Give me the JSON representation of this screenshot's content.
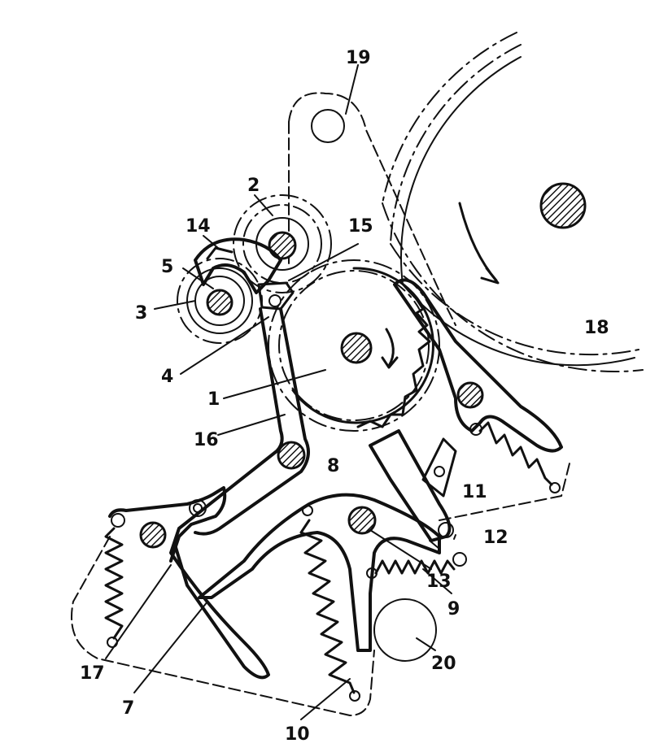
{
  "diagram": {
    "labels": [
      {
        "text": "19"
      },
      {
        "text": "2"
      },
      {
        "text": "14"
      },
      {
        "text": "15"
      },
      {
        "text": "5"
      },
      {
        "text": "3"
      },
      {
        "text": "18"
      },
      {
        "text": "4"
      },
      {
        "text": "1"
      },
      {
        "text": "16"
      },
      {
        "text": "8"
      },
      {
        "text": "11"
      },
      {
        "text": "12"
      },
      {
        "text": "13"
      },
      {
        "text": "9"
      },
      {
        "text": "17"
      },
      {
        "text": "20"
      },
      {
        "text": "7"
      },
      {
        "text": "10"
      }
    ],
    "colors": {
      "ink": "#111111",
      "paper": "#ffffff"
    }
  }
}
